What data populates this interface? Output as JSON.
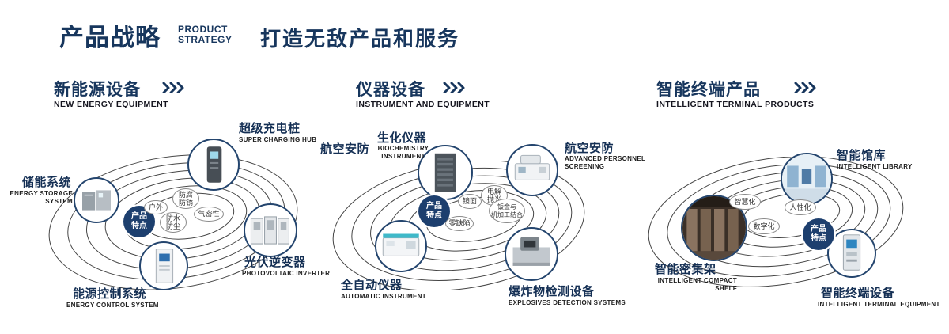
{
  "header": {
    "title": "产品战略",
    "title_en": "PRODUCT\nSTRATEGY",
    "tagline": "打造无敌产品和服务"
  },
  "icons": {
    "section_arrow": "triple-chevron-right"
  },
  "colors": {
    "heading_navy": "#17365d",
    "badge_navy": "#1d3f6e"
  },
  "sections": [
    {
      "title": "新能源设备",
      "title_en": "NEW ENERGY EQUIPMENT",
      "center_badge": "产品\n特点",
      "features": [
        "户外",
        "防腐\n防锈",
        "防水\n防尘",
        "气密性"
      ],
      "products": [
        {
          "name": "储能系统",
          "en": "ENERGY STORAGE\nSYSTEM"
        },
        {
          "name": "超级充电桩",
          "en": "SUPER CHARGING HUB"
        },
        {
          "name": "光伏逆变器",
          "en": "PHOTOVOLTAIC INVERTER"
        },
        {
          "name": "能源控制系统",
          "en": "ENERGY CONTROL SYSTEM"
        }
      ]
    },
    {
      "title": "仪器设备",
      "title_en": "INSTRUMENT AND EQUIPMENT",
      "center_badge": "产品\n特点",
      "extra_label": "航空安防",
      "features": [
        "镜面",
        "电解\n抛光",
        "零缺陷",
        "钣金与\n机加工结合"
      ],
      "products": [
        {
          "name": "生化仪器",
          "en": "BIOCHEMISTRY\nINSTRUMENT"
        },
        {
          "name": "航空安防",
          "en": "ADVANCED PERSONNEL\nSCREENING"
        },
        {
          "name": "全自动仪器",
          "en": "AUTOMATIC INSTRUMENT"
        },
        {
          "name": "爆炸物检测设备",
          "en": "EXPLOSIVES DETECTION SYSTEMS"
        }
      ]
    },
    {
      "title": "智能终端产品",
      "title_en": "INTELLIGENT TERMINAL PRODUCTS",
      "center_badge": "产品\n特点",
      "features": [
        "智慧化",
        "人性化",
        "数字化"
      ],
      "products": [
        {
          "name": "智能馆库",
          "en": "INTELLIGENT LIBRARY"
        },
        {
          "name": "智能密集架",
          "en": "INTELLIGENT COMPACT\nSHELF"
        },
        {
          "name": "智能终端设备",
          "en": "INTELLIGENT TERMINAL EQUIPMENT"
        }
      ]
    }
  ]
}
